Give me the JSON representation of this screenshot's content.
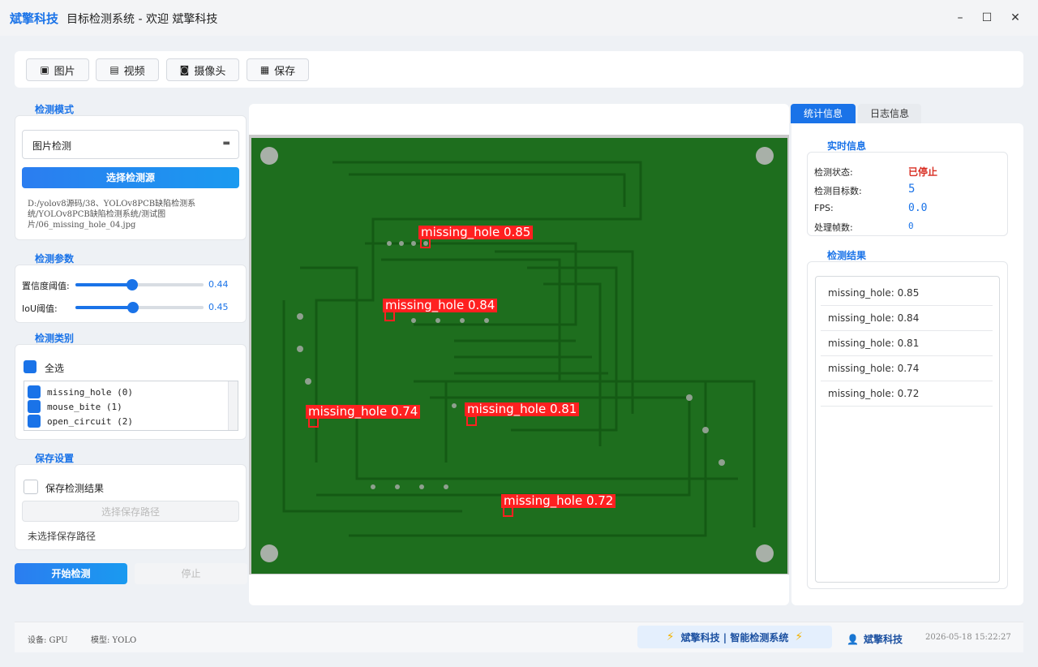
{
  "titlebar": {
    "brand": "斌擎科技",
    "title": "目标检测系统 - 欢迎 斌擎科技",
    "minimize": "–",
    "maximize": "☐",
    "close": "✕"
  },
  "toolbar": {
    "buttons": [
      {
        "label": "图片",
        "icon": "image-icon"
      },
      {
        "label": "视频",
        "icon": "video-icon"
      },
      {
        "label": "摄像头",
        "icon": "camera-icon"
      },
      {
        "label": "保存",
        "icon": "save-icon"
      }
    ]
  },
  "left": {
    "mode_title": "检测模式",
    "mode_selected": "图片检测",
    "select_source": "选择检测源",
    "source_path": "D:/yolov8源码/38、YOLOv8PCB缺陷检测系统/YOLOv8PCB缺陷检测系统/测试图片/06_missing_hole_04.jpg",
    "params_title": "检测参数",
    "conf_label": "置信度阈值:",
    "conf_value": "0.44",
    "conf_level": 0.44,
    "iou_label": "IoU阈值:",
    "iou_value": "0.45",
    "iou_level": 0.45,
    "classes_title": "检测类别",
    "select_all": "全选",
    "classes": [
      {
        "label": "missing_hole (0)",
        "checked": true
      },
      {
        "label": "mouse_bite (1)",
        "checked": true
      },
      {
        "label": "open_circuit (2)",
        "checked": true
      }
    ],
    "save_title": "保存设置",
    "save_results": "保存检测结果",
    "choose_save_path": "选择保存路径",
    "no_save_path": "未选择保存路径",
    "start": "开始检测",
    "stop": "停止"
  },
  "detections": [
    {
      "label": "missing_hole 0.85"
    },
    {
      "label": "missing_hole 0.84"
    },
    {
      "label": "missing_hole 0.74"
    },
    {
      "label": "missing_hole 0.81"
    },
    {
      "label": "missing_hole 0.72"
    }
  ],
  "right": {
    "tabs": [
      "统计信息",
      "日志信息"
    ],
    "realtime_title": "实时信息",
    "stats": [
      {
        "label": "检测状态:",
        "value": "已停止",
        "color": "#d93025"
      },
      {
        "label": "检测目标数:",
        "value": "5",
        "color": "#1a73e8"
      },
      {
        "label": "FPS:",
        "value": "0.0",
        "color": "#1a73e8"
      },
      {
        "label": "处理帧数:",
        "value": "0",
        "color": "#1a73e8"
      }
    ],
    "results_title": "检测结果",
    "results": [
      "missing_hole: 0.85",
      "missing_hole: 0.84",
      "missing_hole: 0.81",
      "missing_hole: 0.74",
      "missing_hole: 0.72"
    ]
  },
  "status": {
    "device": "设备: GPU",
    "model": "模型: YOLO",
    "brand": "斌擎科技 | 智能检测系统",
    "user": "斌擎科技",
    "time": "2026-05-18 15:22:27"
  },
  "colors": {
    "accent": "#1a73e8",
    "pcb": "#1e6e1e",
    "box": "#ff2020"
  }
}
